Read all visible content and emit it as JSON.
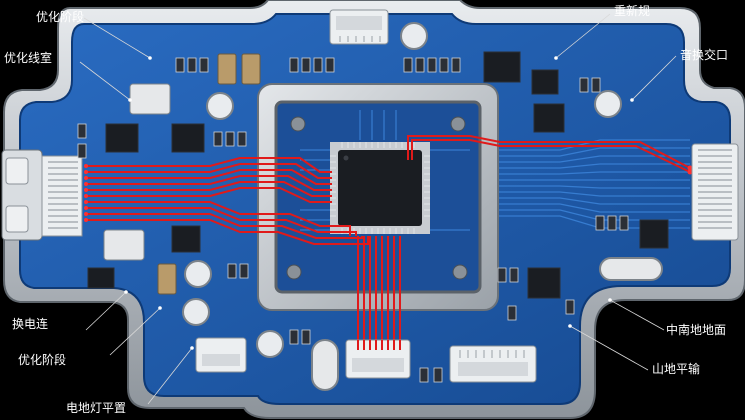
{
  "callouts": {
    "c1": "优化阶段",
    "c2": "优化线室",
    "c3": "换电连",
    "c4": "优化阶段",
    "c5": "电地灯平置",
    "c6": "重新规",
    "c7": "音换交口",
    "c8": "中南地地面",
    "c9": "山地平输"
  },
  "colors": {
    "background": "#000000",
    "frame": "#c9ced3",
    "board": "#1f5aa8",
    "trace": "#e01a1a",
    "chip": "#1a1d22"
  }
}
